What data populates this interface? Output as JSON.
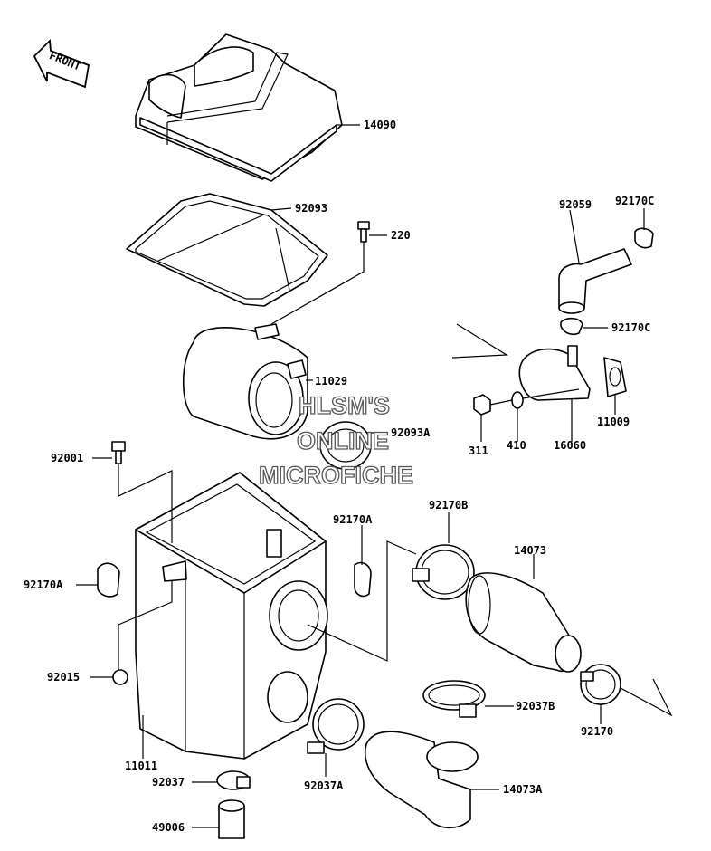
{
  "front_badge": "FRONT",
  "watermark": {
    "line1": "HLSM'S",
    "line2": "ONLINE",
    "line3": "MICROFICHE"
  },
  "labels": {
    "p14090": "14090",
    "p92093": "92093",
    "p220": "220",
    "p92170C_top": "92170C",
    "p92059": "92059",
    "p92170C_mid": "92170C",
    "p11029": "11029",
    "p92093A": "92093A",
    "p11009": "11009",
    "p311": "311",
    "p410": "410",
    "p16060": "16060",
    "p92001": "92001",
    "p92170B": "92170B",
    "p92170A_right": "92170A",
    "p14073": "14073",
    "p92170A_left": "92170A",
    "p92015": "92015",
    "p92037B": "92037B",
    "p92170": "92170",
    "p11011": "11011",
    "p92037A": "92037A",
    "p92037": "92037",
    "p14073A": "14073A",
    "p49006": "49006"
  }
}
